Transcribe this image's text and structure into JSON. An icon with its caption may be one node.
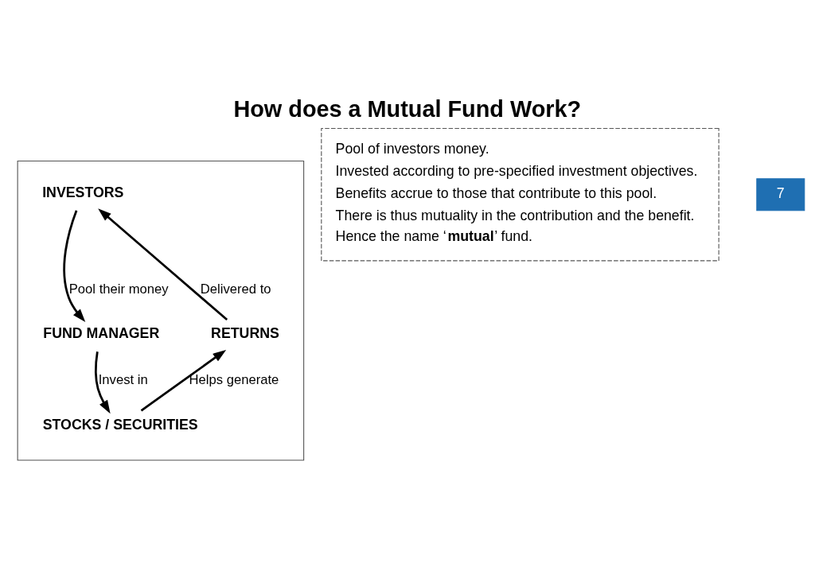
{
  "diagram": {
    "title": "How does a Mutual Fund Work?",
    "nodes": [
      {
        "text": [],
        "shape": "box"
      },
      {
        "text": [
          "INVESTORS"
        ],
        "in": 0
      },
      {
        "text": [
          "FUND MANAGER"
        ],
        "in": 0
      },
      {
        "text": [
          "STOCKS / SECURITIES"
        ],
        "in": 0
      },
      {
        "text": [
          "RETURNS"
        ],
        "in": 0
      },
      {
        "text": [
          "Pool of investors money.",
          "Invested according to pre-specified investment objectives.",
          "Benefits accrue to those that contribute to this pool.",
          "There is thus mutuality in the contribution and the benefit.",
          "Hence the name ‘**mutual**’ fund."
        ]
      }
    ],
    "edges": [
      {
        "from": 1,
        "to": 2,
        "arrow": "to",
        "label": "Pool their money"
      },
      {
        "from": 2,
        "to": 3,
        "arrow": "to",
        "label": "Invest in"
      },
      {
        "from": 3,
        "to": 4,
        "arrow": "to",
        "label": "Helps generate"
      },
      {
        "from": 4,
        "to": 1,
        "arrow": "to",
        "label": "Delivered to"
      }
    ],
    "labels": [
      "7"
    ]
  }
}
